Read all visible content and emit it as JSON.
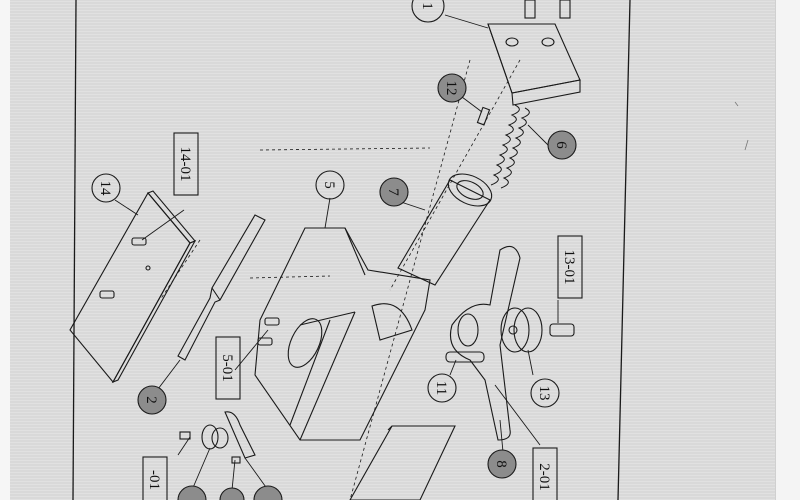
{
  "diagram": {
    "type": "exploded-view assembly drawing (scanned, rotated 90°)",
    "callouts_circle": [
      {
        "id": "1",
        "label": "1",
        "style": "outline"
      },
      {
        "id": "2",
        "label": "2",
        "style": "shaded"
      },
      {
        "id": "5",
        "label": "5",
        "style": "outline"
      },
      {
        "id": "6",
        "label": "6",
        "style": "shaded"
      },
      {
        "id": "7",
        "label": "7",
        "style": "shaded"
      },
      {
        "id": "8",
        "label": "8",
        "style": "shaded"
      },
      {
        "id": "11",
        "label": "11",
        "style": "outline"
      },
      {
        "id": "12",
        "label": "12",
        "style": "shaded"
      },
      {
        "id": "13",
        "label": "13",
        "style": "outline"
      },
      {
        "id": "14",
        "label": "14",
        "style": "outline"
      }
    ],
    "callouts_box": [
      {
        "id": "14-01",
        "label": "14-01"
      },
      {
        "id": "13-01",
        "label": "13-01"
      },
      {
        "id": "5-01",
        "label": "5-01"
      },
      {
        "id": "12-01",
        "label": "2-01"
      },
      {
        "id": "x-01",
        "label": "-01"
      }
    ],
    "colors": {
      "paper": "#dedede",
      "line": "#1a1a1a",
      "shaded_callout": "#8c8c8c"
    }
  }
}
